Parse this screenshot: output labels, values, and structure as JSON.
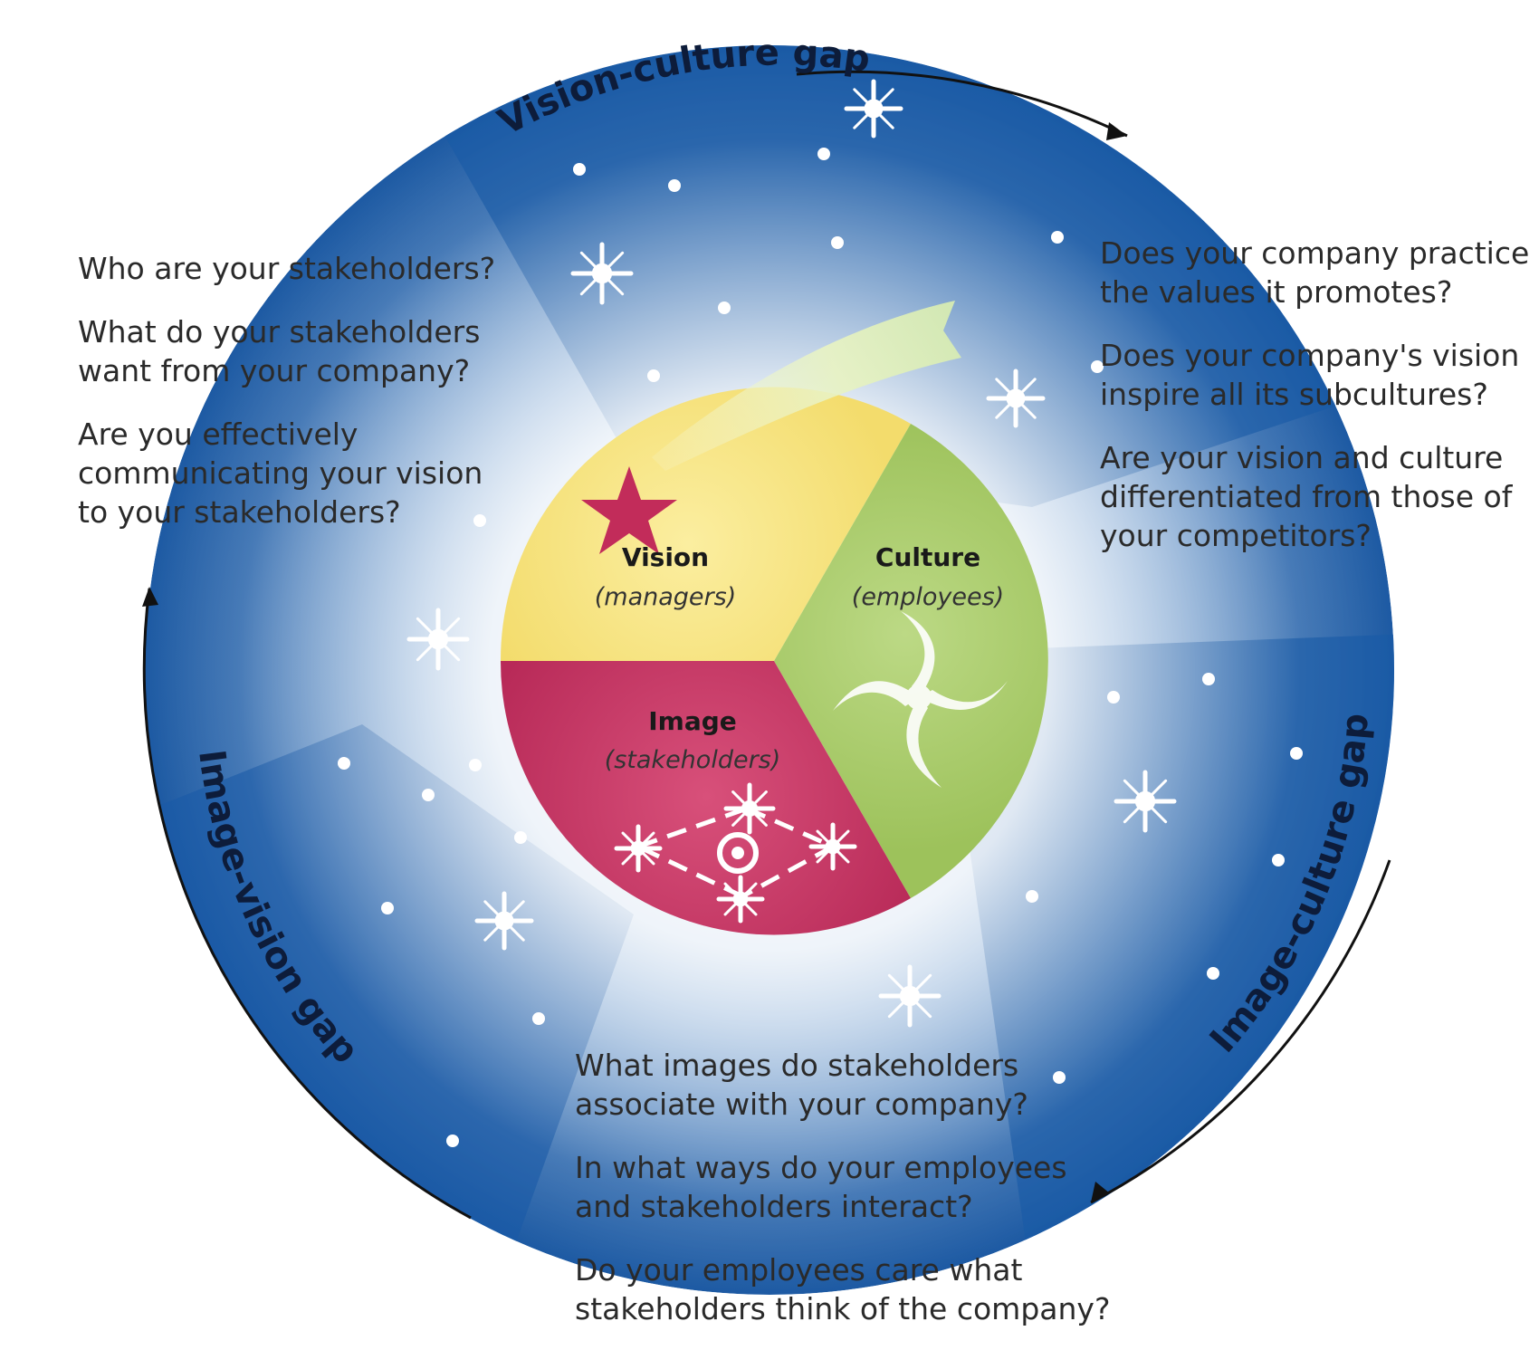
{
  "colors": {
    "deep_blue": "#1a5aa6",
    "light_blue": "#dbe7f3",
    "vision": "#f6e27a",
    "culture": "#a9cc68",
    "image": "#c83562",
    "star_red": "#c22c5a"
  },
  "core": {
    "vision": {
      "title": "Vision",
      "sub": "(managers)"
    },
    "culture": {
      "title": "Culture",
      "sub": "(employees)"
    },
    "image": {
      "title": "Image",
      "sub": "(stakeholders)"
    }
  },
  "gaps": {
    "vision_culture": "Vision-culture gap",
    "image_culture": "Image-culture gap",
    "image_vision": "Image-vision gap"
  },
  "questions": {
    "left": [
      [
        "Who are your stakeholders?"
      ],
      [
        "What do your stakeholders",
        "want from your company?"
      ],
      [
        "Are you effectively",
        "communicating your vision",
        "to your stakeholders?"
      ]
    ],
    "right": [
      [
        "Does your company practice",
        "the values it promotes?"
      ],
      [
        "Does your company's vision",
        "inspire all its subcultures?"
      ],
      [
        "Are your vision and culture",
        "differentiated from those of",
        "your competitors?"
      ]
    ],
    "bottom": [
      [
        "What images do stakeholders",
        "associate with your company?"
      ],
      [
        "In what ways do your employees",
        "and stakeholders interact?"
      ],
      [
        "Do your employees care what",
        "stakeholders think of the company?"
      ]
    ]
  },
  "icons": {
    "vision": "comet-star-icon",
    "culture": "spiral-galaxy-icon",
    "image": "constellation-icon"
  }
}
